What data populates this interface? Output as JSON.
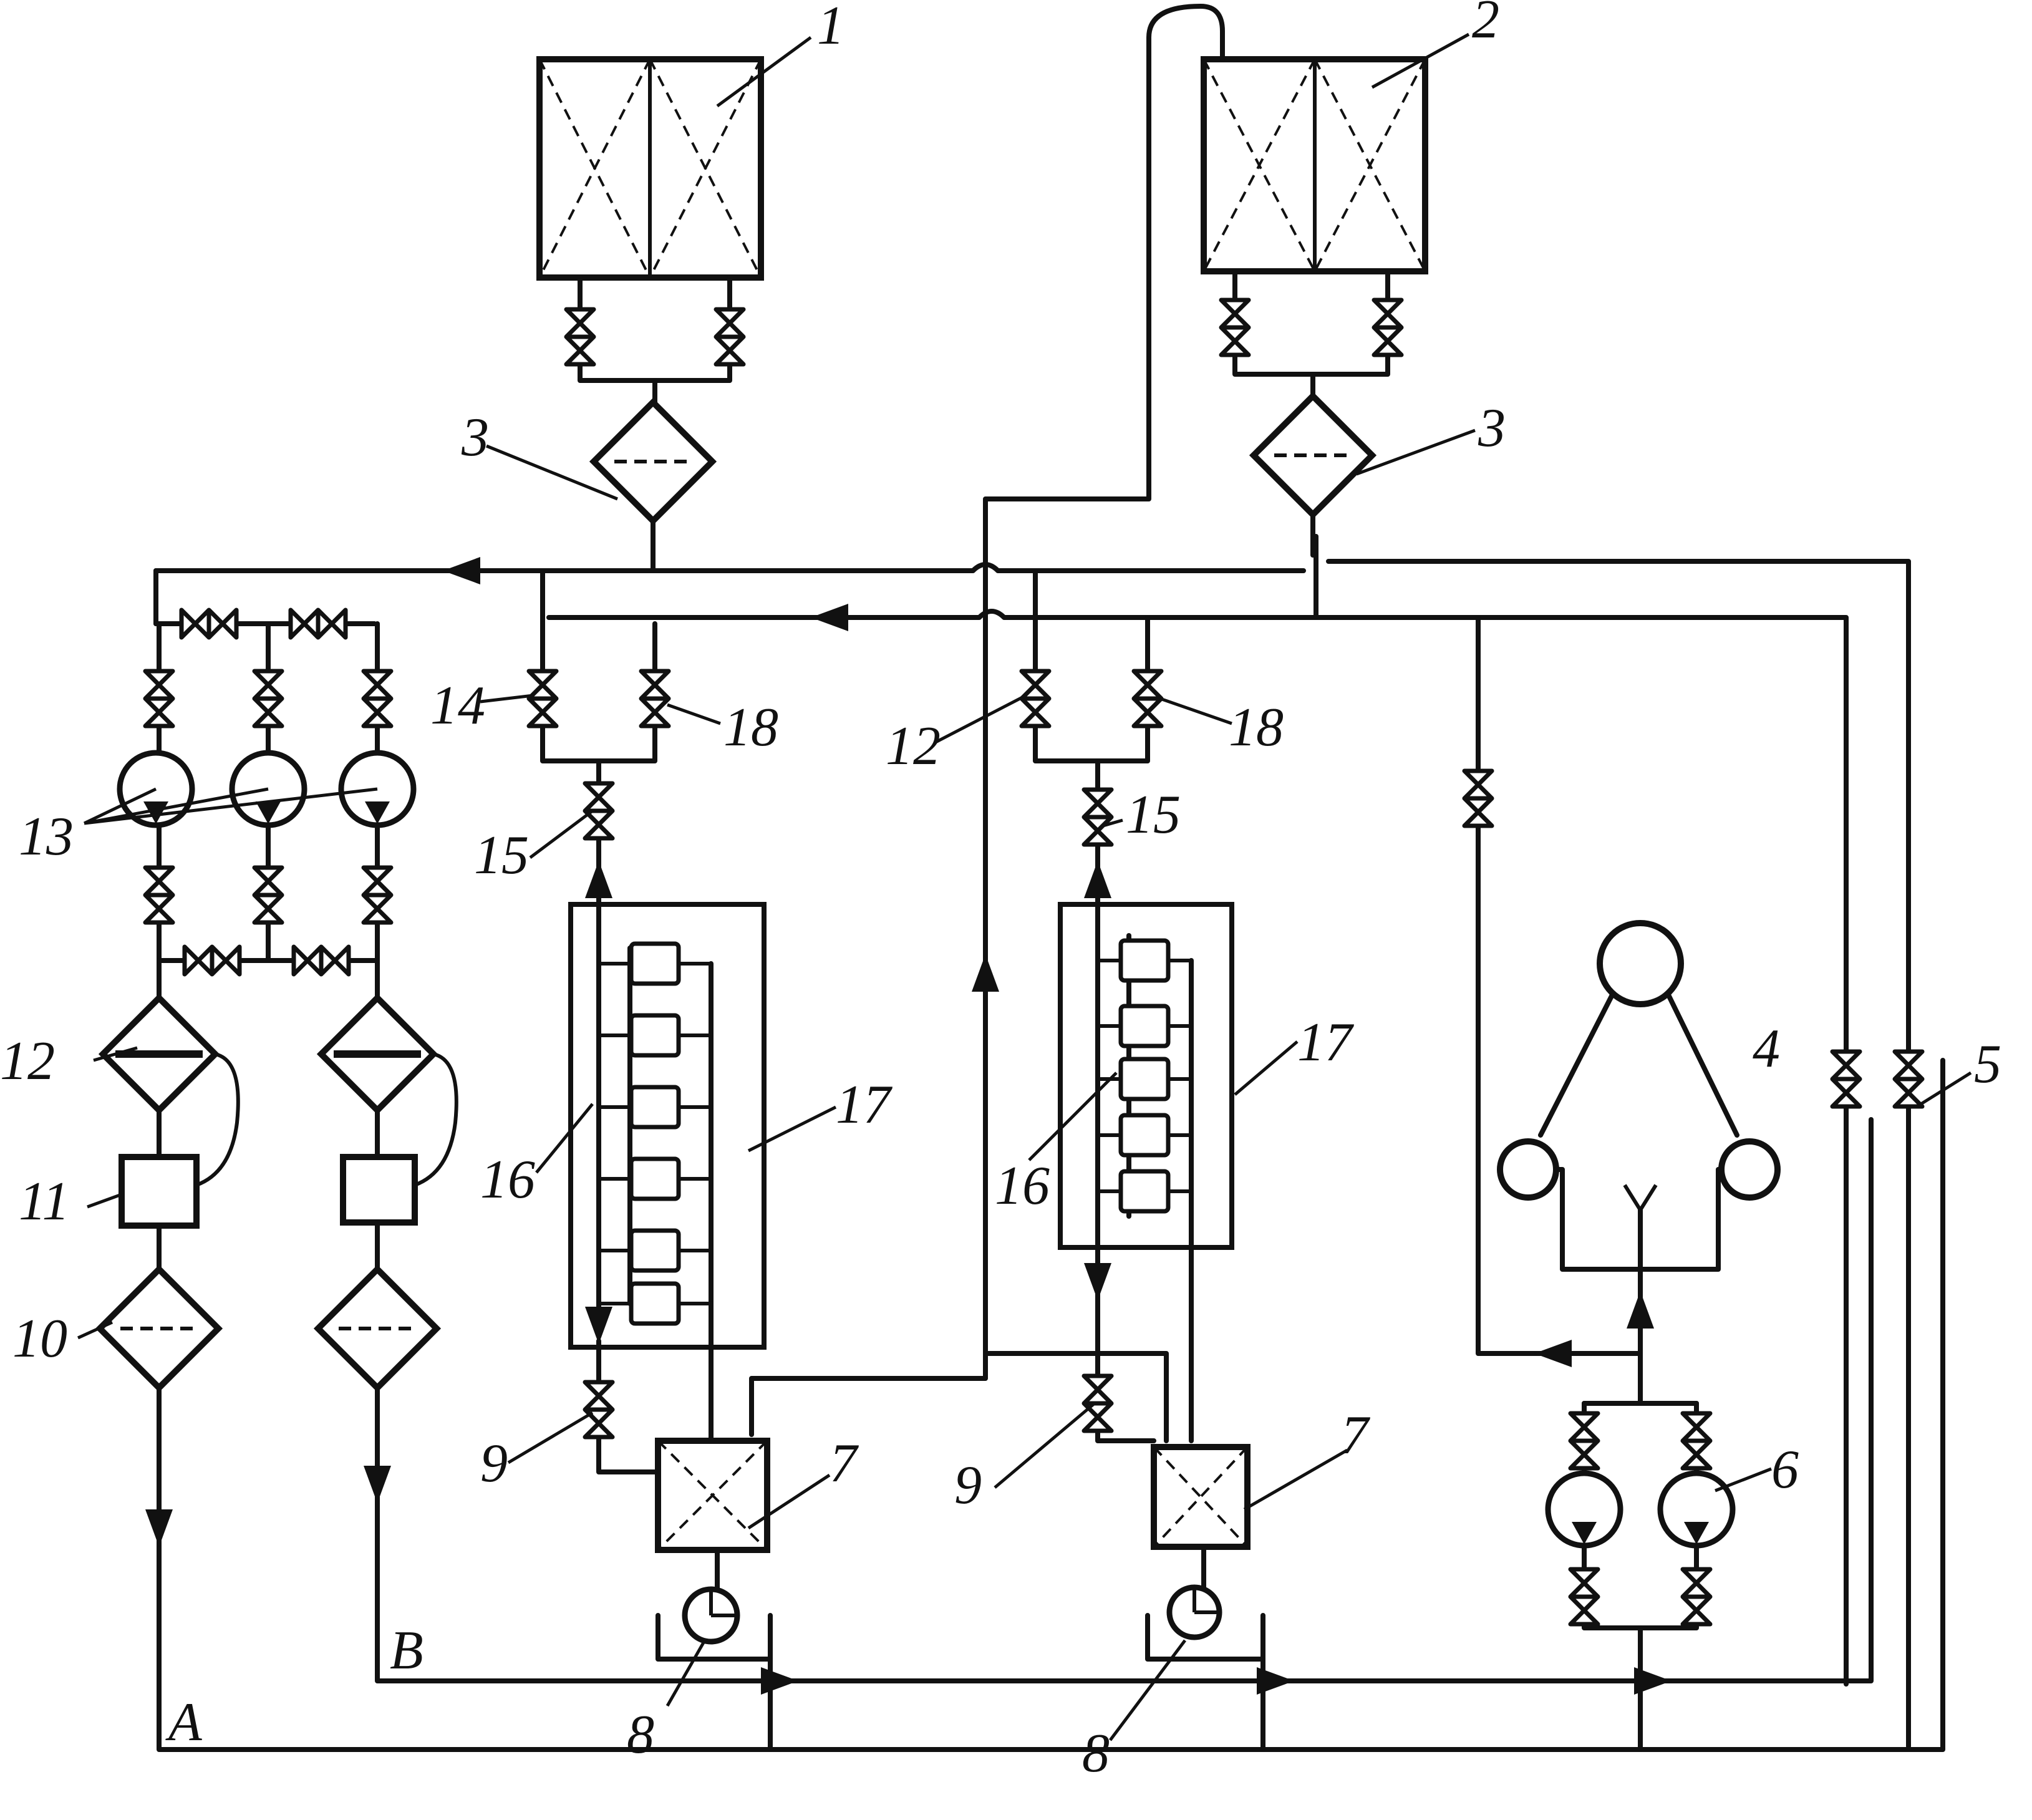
{
  "diagram": {
    "labels": {
      "tank_1": "1",
      "tank_2": "2",
      "filter_3a": "3",
      "filter_3b": "3",
      "unit_4": "4",
      "valve_5": "5",
      "pump_6": "6",
      "unit_7a": "7",
      "unit_7b": "7",
      "pump_8a": "8",
      "pump_8b": "8",
      "valve_9a": "9",
      "valve_9b": "9",
      "filter_10": "10",
      "unit_11": "11",
      "exchanger_12": "12",
      "valve_12": "12",
      "pumps_13": "13",
      "valve_14": "14",
      "valve_15a": "15",
      "valve_15b": "15",
      "line_16a": "16",
      "line_16b": "16",
      "housing_17a": "17",
      "housing_17b": "17",
      "valve_18a": "18",
      "valve_18b": "18",
      "line_A": "A",
      "line_B": "B"
    }
  }
}
